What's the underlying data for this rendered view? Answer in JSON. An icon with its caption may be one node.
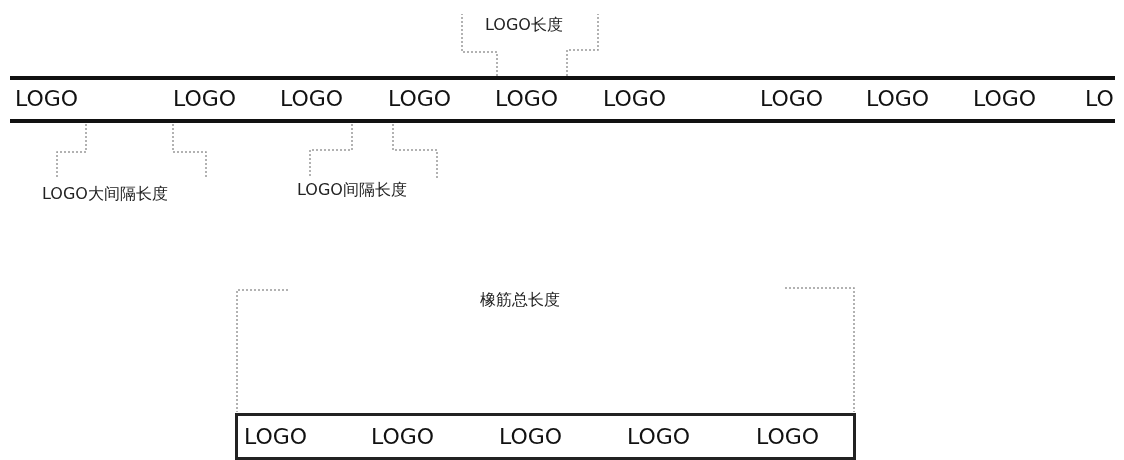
{
  "diagram": {
    "nodes": [
      {
        "text": [
          "LOGO",
          "LOGO",
          "LOGO",
          "LOGO",
          "LOGO"
        ]
      }
    ],
    "labels": [
      "LOGO长度",
      "LOGO",
      "LOGO",
      "LOGO",
      "LOGO",
      "LOGO",
      "LOGO",
      "LOGO",
      "LOGO",
      "LOGO",
      "LO",
      "LOGO大间隔长度",
      "LOGO间隔长度",
      "橡筋总长度"
    ]
  }
}
